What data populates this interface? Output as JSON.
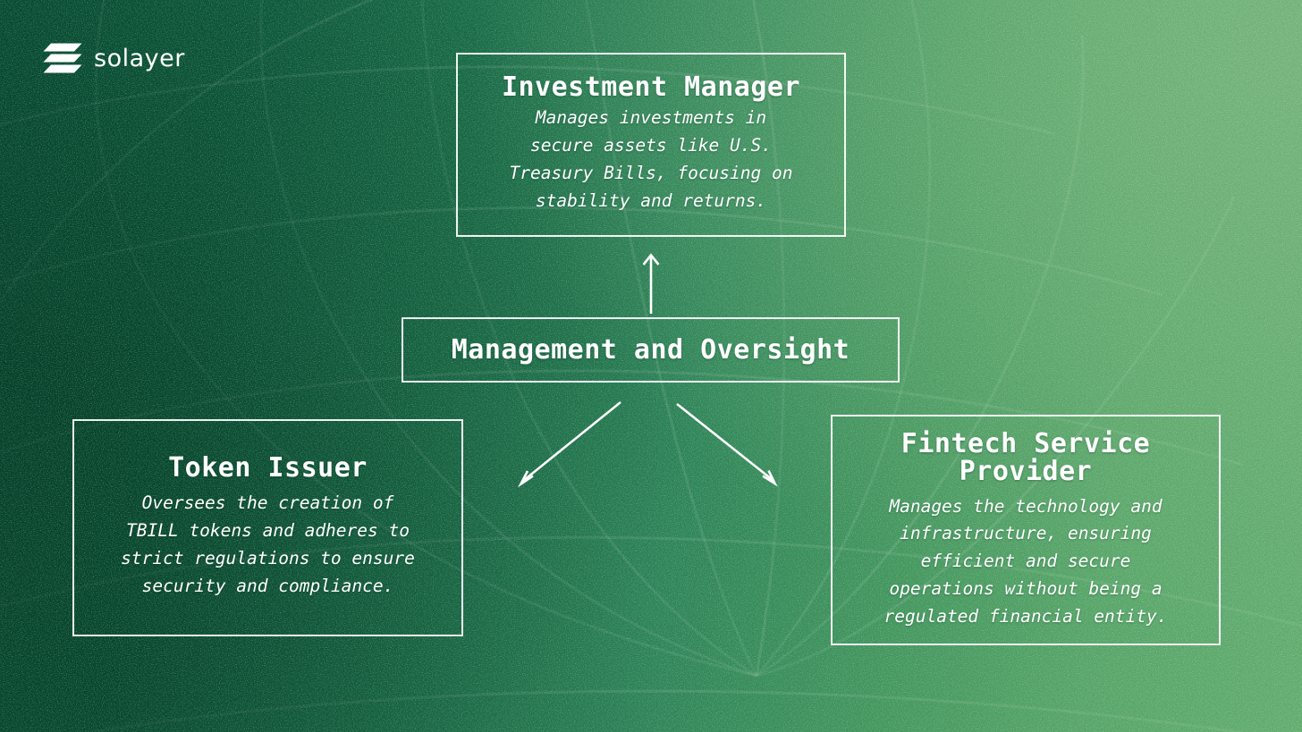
{
  "brand": {
    "name": "solayer",
    "logo_icon": "solayer-stacked-parallelograms-logo",
    "text_color": "#ffffff"
  },
  "theme": {
    "background_dark": "#0b4c36",
    "background_light": "#66ac70",
    "border_color": "#ffffff",
    "text_color": "#ffffff",
    "background_pattern": "globe-wireframe-with-speckle-noise"
  },
  "diagram": {
    "type": "hierarchy",
    "root": "Management and Oversight",
    "nodes": [
      {
        "id": "management-oversight",
        "title": "Management and Oversight",
        "description": ""
      },
      {
        "id": "investment-manager",
        "title": "Investment Manager",
        "description": "Manages investments in\nsecure assets like U.S.\nTreasury Bills, focusing on\nstability and returns."
      },
      {
        "id": "token-issuer",
        "title": "Token Issuer",
        "description": "Oversees the creation of\nTBILL tokens and adheres to\nstrict regulations to ensure\nsecurity and compliance."
      },
      {
        "id": "fintech-provider",
        "title": "Fintech Service\nProvider",
        "description": "Manages the technology and\ninfrastructure, ensuring\nefficient and secure\noperations without being a\nregulated financial entity."
      }
    ],
    "connectors": [
      {
        "id": "arrow-up",
        "from": "management-oversight",
        "to": "investment-manager",
        "direction": "up"
      },
      {
        "id": "arrow-down-left",
        "from": "management-oversight",
        "to": "token-issuer",
        "direction": "down-left"
      },
      {
        "id": "arrow-down-right",
        "from": "management-oversight",
        "to": "fintech-provider",
        "direction": "down-right"
      }
    ]
  }
}
